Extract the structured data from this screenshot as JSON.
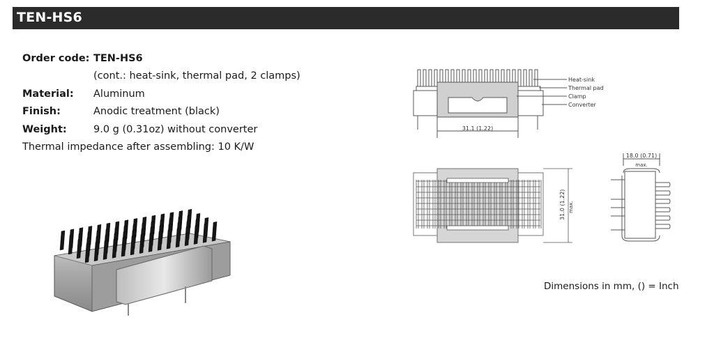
{
  "header": {
    "title": "TEN-HS6"
  },
  "specs": {
    "order_code_label": "Order code:",
    "order_code_value": "TEN-HS6",
    "contents": "(cont.: heat-sink, thermal pad, 2 clamps)",
    "material_label": "Material:",
    "material_value": "Aluminum",
    "finish_label": "Finish:",
    "finish_value": "Anodic treatment (black)",
    "weight_label": "Weight:",
    "weight_value": "9.0 g (0.31oz) without converter",
    "thermal": "Thermal impedance after assembling:  10 K/W"
  },
  "drawing": {
    "labels": {
      "heat_sink": "Heat-sink",
      "thermal_pad": "Thermal pad",
      "clamp": "Clamp",
      "converter": "Converter"
    },
    "dim_width": "31.1 (1.22)",
    "dim_height": "31.0 (1.22)",
    "dim_height_max": "max.",
    "dim_depth": "18.0 (0.71)",
    "dim_depth_max": "max.",
    "note": "Dimensions in mm, () = Inch"
  }
}
